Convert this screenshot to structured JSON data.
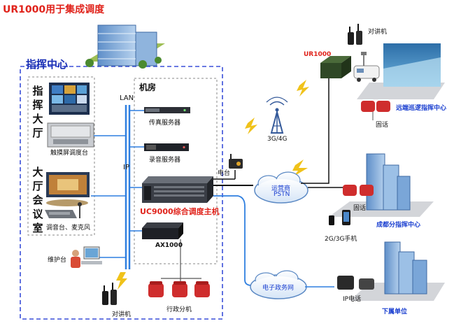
{
  "title": "UR1000用于集成调度",
  "command_center": {
    "label": "指挥中心",
    "hall_chars": [
      "指",
      "挥",
      "大",
      "厅"
    ],
    "hall_desk": "触摸屏调度台",
    "room_chars": [
      "大",
      "厅",
      "会",
      "议",
      "室"
    ],
    "room_desk": "调音台、麦克风",
    "maintenance": "维护台",
    "lan": "LAN",
    "ip": "IP"
  },
  "machine_room": {
    "label": "机房",
    "fax": "传真服务器",
    "recording": "录音服务器",
    "host": "UC9000综合调度主机",
    "ax": "AX1000",
    "admin_ext": "行政分机"
  },
  "network": {
    "telecom": "电台",
    "cell": "3G/4G",
    "pstn_line1": "运营商",
    "pstn_line2": "PSTN",
    "egov": "电子政务网"
  },
  "remote": {
    "ur": "UR1000",
    "walkie_top": "对讲机",
    "remote_center": "远端巡逻指挥中心",
    "fixed_top": "固话",
    "fixed_mid": "固话",
    "chengdu": "成都分指挥中心",
    "mobile": "2G/3G手机",
    "ip_phone": "IP电话",
    "subordinate": "下属单位",
    "walkie_bottom": "对讲机"
  },
  "colors": {
    "title": "#e0231b",
    "accent_blue": "#1a3fd0",
    "link_blue": "#2f7fe0",
    "dashed_blue": "#3a4fd8"
  }
}
